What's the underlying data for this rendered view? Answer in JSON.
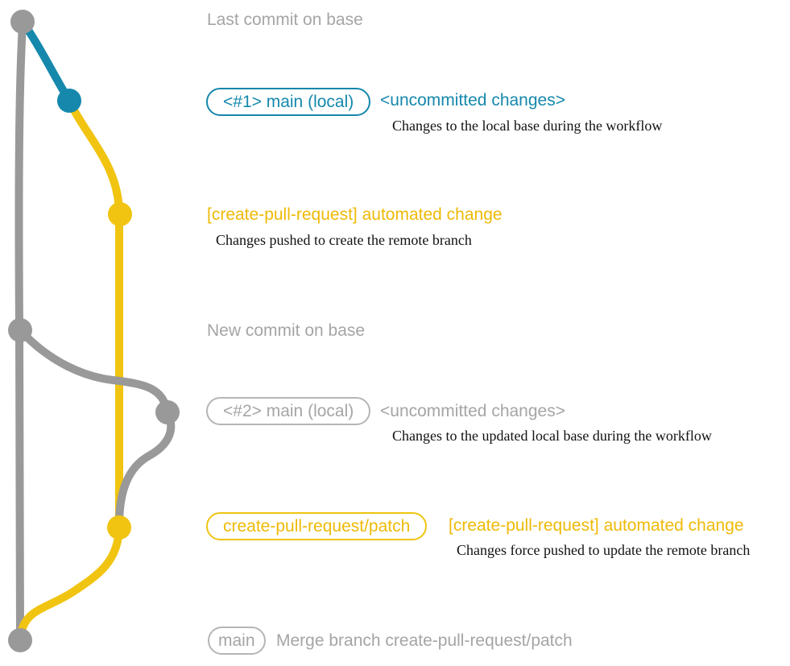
{
  "diagram_title": "create-pull-request git workflow diagram",
  "colors": {
    "graph_gray": "#999999",
    "gray_text": "#A5A5A5",
    "gray_pill_border": "#B5B5B5",
    "teal": "#1588AC",
    "yellow_line": "#F0C411",
    "yellow_text": "#EEBA07",
    "description_text": "#111111"
  },
  "graph": {
    "nodes": [
      {
        "name": "last-commit-on-base",
        "color": "gray"
      },
      {
        "name": "uncommitted-changes-1",
        "color": "teal"
      },
      {
        "name": "automated-change-1",
        "color": "yellow"
      },
      {
        "name": "new-commit-on-base",
        "color": "gray"
      },
      {
        "name": "uncommitted-changes-2",
        "color": "gray"
      },
      {
        "name": "automated-change-2",
        "color": "yellow"
      },
      {
        "name": "merge-commit",
        "color": "gray"
      }
    ]
  },
  "annotations": {
    "last_commit_header": "Last commit on base",
    "row1": {
      "branch_pill": "<#1> main (local)",
      "commit_label": "<uncommitted changes>",
      "description": "Changes to the local base during the workflow"
    },
    "row2": {
      "commit_label": "[create-pull-request] automated change",
      "description": "Changes pushed to create the remote branch"
    },
    "new_commit_header": "New commit on base",
    "row3": {
      "branch_pill": "<#2> main (local)",
      "commit_label": "<uncommitted changes>",
      "description": "Changes to the updated local base during the workflow"
    },
    "row4": {
      "branch_pill": "create-pull-request/patch",
      "commit_label": "[create-pull-request] automated change",
      "description": "Changes force pushed to update the remote branch"
    },
    "row5": {
      "branch_pill": "main",
      "commit_label": "Merge branch create-pull-request/patch"
    }
  }
}
